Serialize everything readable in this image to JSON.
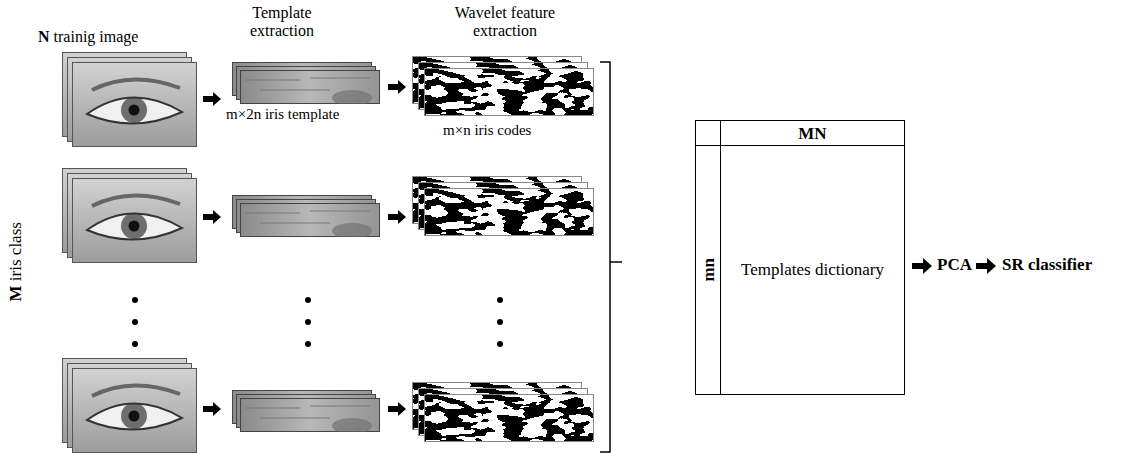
{
  "diagram": {
    "nodes": [
      {
        "text": [
          "MN",
          "mn",
          "Templates dictionary"
        ]
      }
    ],
    "labels": [
      "N trainig image",
      "Template extraction",
      "Wavelet feature extraction",
      "m×2n iris template",
      "m×n iris codes",
      "M iris class",
      "PCA",
      "SR classifier"
    ]
  }
}
